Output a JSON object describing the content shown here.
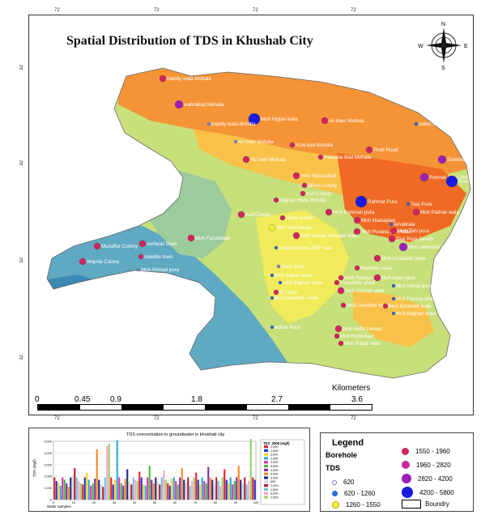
{
  "title": "Spatial Distribution of TDS  in Khushab City",
  "grid_ticks": {
    "top": [
      "72",
      "72",
      "72",
      "72"
    ],
    "bottom": [
      "72",
      "72",
      "72",
      "72"
    ],
    "left": [
      "32",
      "32",
      "32",
      "32"
    ]
  },
  "compass": {
    "n": "N",
    "s": "S",
    "e": "E",
    "w": "W"
  },
  "scale": {
    "unit": "Kilometers",
    "labels": [
      "0",
      "0.45",
      "0.9",
      "1.8",
      "2.7",
      "3.6"
    ]
  },
  "colors": {
    "very_low": "#3a89b5",
    "low": "#5fa9c2",
    "low_mid": "#9ccb9c",
    "mid": "#c8e07a",
    "mid_high": "#f1ea5a",
    "high": "#f8c24a",
    "very_high": "#f59436",
    "max": "#ef6a24",
    "label": "#ffffff"
  },
  "places": [
    {
      "name": "baddiy wala Mohala",
      "color": "#d3245e",
      "r": 4
    },
    {
      "name": "wabrabad Mohala",
      "color": "#9c1fb8",
      "r": 5
    },
    {
      "name": "Moh Higian wala",
      "color": "#1a1ae0",
      "r": 7
    },
    {
      "name": "baddiy wala Mohala",
      "color": "#7f8ad8",
      "r": 2
    },
    {
      "name": "Ali town Mohala",
      "color": "#d3245e",
      "r": 4
    },
    {
      "name": "baker Mandi",
      "color": "#2a6bd8",
      "r": 2
    },
    {
      "name": "Ali town Mohala",
      "color": "#7f8ad8",
      "r": 2
    },
    {
      "name": "Kiza bad Mohala",
      "color": "#d3245e",
      "r": 3
    },
    {
      "name": "Pindi Road",
      "color": "#d3245e",
      "r": 4
    },
    {
      "name": "Hadaeta Bad Mohala",
      "color": "#d3245e",
      "r": 3
    },
    {
      "name": "Ali town Mohala",
      "color": "#d3245e",
      "r": 4
    },
    {
      "name": "Sandreal Chock",
      "color": "#9c1fb8",
      "r": 5
    },
    {
      "name": "Ronnak Pura Mohala",
      "color": "#9c1fb8",
      "r": 5
    },
    {
      "name": "Ronnak Pura Mohala",
      "color": "#1a1ae0",
      "r": 7
    },
    {
      "name": "Moh Hazarabad",
      "color": "#d3245e",
      "r": 4
    },
    {
      "name": "Mines colony",
      "color": "#d3245e",
      "r": 3
    },
    {
      "name": "Asif Colony",
      "color": "#d3245e",
      "r": 3
    },
    {
      "name": "Gajrian Wala Mohala",
      "color": "#d3245e",
      "r": 3
    },
    {
      "name": "Rahmat Pura",
      "color": "#1a1ae0",
      "r": 7
    },
    {
      "name": "Taaj Pura",
      "color": "#2a6bd8",
      "r": 2
    },
    {
      "name": "Moh Rahman pura",
      "color": "#d3245e",
      "r": 4
    },
    {
      "name": "Moh Pathan wala",
      "color": "#d3245e",
      "r": 4
    },
    {
      "name": "Asif Colony",
      "color": "#d3245e",
      "r": 4
    },
    {
      "name": "Gaila mandi",
      "color": "#d3245e",
      "r": 3
    },
    {
      "name": "Moh khanapian",
      "color": "#d3245e",
      "r": 4
    },
    {
      "name": "Amabrala",
      "color": "#2a6bd8",
      "r": 2
    },
    {
      "name": "Moh Wazirabad",
      "color": "#f3ef3a",
      "r": 4
    },
    {
      "name": "Moh Purana Lari Adda",
      "color": "#d3245e",
      "r": 4
    },
    {
      "name": "Moh Tahi pura",
      "color": "#d3245e",
      "r": 4
    },
    {
      "name": "Moh Fazalabad",
      "color": "#d3245e",
      "r": 4
    },
    {
      "name": "Moh Sardar bahadar khan",
      "color": "#d3245e",
      "r": 4
    },
    {
      "name": "Taaj Pura Janubi",
      "color": "#d3245e",
      "r": 4
    },
    {
      "name": "sarfaraz town",
      "color": "#d3245e",
      "r": 4
    },
    {
      "name": "Mozaffer Colony",
      "color": "#d3245e",
      "r": 4
    },
    {
      "name": "cannal colony JBD road",
      "color": "#2a6bd8",
      "r": 2
    },
    {
      "name": "Moh sakandar abad",
      "color": "#9c1fb8",
      "r": 5
    },
    {
      "name": "satellite town",
      "color": "#d3245e",
      "r": 3
    },
    {
      "name": "Wapda Colony",
      "color": "#d3245e",
      "r": 4
    },
    {
      "name": "Moh Astaadan wala",
      "color": "#d3245e",
      "r": 4
    },
    {
      "name": "Islam pura",
      "color": "#7f8ad8",
      "r": 2
    },
    {
      "name": "Naechan wala",
      "color": "#d3245e",
      "r": 3
    },
    {
      "name": "Moh Ahmad pura",
      "color": "#7f8ad8",
      "r": 2
    },
    {
      "name": "Moh Sajran wala",
      "color": "#2a6bd8",
      "r": 2
    },
    {
      "name": "Galli Peeran",
      "color": "#d3245e",
      "r": 3
    },
    {
      "name": "Moh Alam pura",
      "color": "#d3245e",
      "r": 4
    },
    {
      "name": "Husasinie abad",
      "color": "#d3245e",
      "r": 3
    },
    {
      "name": "moh baghan wala",
      "color": "#2a6bd8",
      "r": 2
    },
    {
      "name": "Moh Himat pura",
      "color": "#2a6bd8",
      "r": 2
    },
    {
      "name": "Moh Ahcean wala",
      "color": "#d3245e",
      "r": 4
    },
    {
      "name": "Eid Gah",
      "color": "#d3245e",
      "r": 3
    },
    {
      "name": "Moh Geedher miani",
      "color": "#2a6bd8",
      "r": 2
    },
    {
      "name": "Moh Farooq abad",
      "color": "#2a6bd8",
      "r": 2
    },
    {
      "name": "Moh Geedher miani",
      "color": "#d3245e",
      "r": 3
    },
    {
      "name": "Moh Badshah wala",
      "color": "#d3245e",
      "r": 3
    },
    {
      "name": "moh baghan wala",
      "color": "#2a6bd8",
      "r": 2
    },
    {
      "name": "abbas Pura",
      "color": "#2a6bd8",
      "r": 2
    },
    {
      "name": "Moh Hafiz Dewan",
      "color": "#d3245e",
      "r": 4
    },
    {
      "name": "Moh Haderbad",
      "color": "#d3245e",
      "r": 3
    },
    {
      "name": "Moh Rajab wala",
      "color": "#d3245e",
      "r": 3
    }
  ],
  "inset_chart": {
    "title": "TDS concentration in groundwater in khushab city",
    "ylabel": "TDS (mg/l)",
    "xlabel": "Water samples",
    "y_ticks": [
      "0",
      "1,000",
      "2,000",
      "3,000",
      "4,000",
      "5,000"
    ],
    "x_ticks": [
      "0",
      "10",
      "20",
      "30",
      "40",
      "50",
      "60",
      "70",
      "80",
      "90",
      "100"
    ],
    "legend_title": "TDS_2008 (mg/l)",
    "legend_labels": [
      "1,000",
      "1,500",
      "2,000",
      "2,500",
      "3,000",
      "3,500",
      "4,000",
      "4,500",
      "5,000",
      "500",
      "1,000",
      "1,500",
      "2,000",
      "2,500"
    ],
    "legend_colors": [
      "#e8202a",
      "#2436d0",
      "#ffd21e",
      "#2aa9df",
      "#e72eb8",
      "#3dbf3a",
      "#7f2aa8",
      "#ff8a1e",
      "#1e2a8a",
      "#d9d9d9",
      "#b51e2a",
      "#6fc2e8",
      "#ffa6c8",
      "#9ad06a"
    ]
  },
  "chart_data": {
    "type": "bar",
    "title": "TDS concentration in groundwater in khushab city",
    "xlabel": "Water samples",
    "ylabel": "TDS (mg/l)",
    "ylim": [
      0,
      5000
    ],
    "x": [
      1,
      2,
      3,
      4,
      5,
      6,
      7,
      8,
      9,
      10,
      11,
      12,
      13,
      14,
      15,
      16,
      17,
      18,
      19,
      20,
      21,
      22,
      23,
      24,
      25,
      26,
      27,
      28,
      29,
      30,
      31,
      32,
      33,
      34,
      35,
      36,
      37,
      38,
      39,
      40,
      41,
      42,
      43,
      44,
      45,
      46,
      47,
      48,
      49,
      50,
      51,
      52,
      53,
      54,
      55,
      56,
      57,
      58,
      59,
      60,
      61,
      62,
      63,
      64,
      65,
      66,
      67,
      68,
      69,
      70,
      71,
      72,
      73,
      74,
      75,
      76,
      77,
      78,
      79,
      80,
      81,
      82,
      83,
      84,
      85,
      86,
      87,
      88,
      89,
      90,
      91,
      92,
      93,
      94,
      95,
      96,
      97,
      98,
      99,
      100
    ],
    "values": [
      1900,
      1600,
      1400,
      1200,
      1900,
      1700,
      1400,
      1100,
      1900,
      2100,
      2700,
      1900,
      1600,
      1400,
      1300,
      1900,
      2300,
      1700,
      1200,
      1400,
      1800,
      4300,
      1700,
      1300,
      1100,
      1900,
      4600,
      4800,
      1900,
      1300,
      1700,
      5100,
      1900,
      1400,
      1200,
      1800,
      2600,
      1500,
      1300,
      1900,
      1700,
      1600,
      2400,
      1900,
      1300,
      1200,
      1900,
      2900,
      1700,
      1400,
      1900,
      1600,
      1300,
      1900,
      2500,
      1700,
      1400,
      1200,
      1800,
      1900,
      1600,
      1300,
      1900,
      2700,
      1700,
      1400,
      1900,
      1200,
      1600,
      1900,
      2300,
      1700,
      1300,
      1900,
      1600,
      1400,
      2800,
      1900,
      1700,
      1300,
      1900,
      1600,
      1200,
      1900,
      2600,
      1700,
      1400,
      1900,
      1300,
      1600,
      1900,
      2900,
      1700,
      1400,
      1900,
      1300,
      1600,
      5200,
      1900,
      1700
    ]
  },
  "legend": {
    "title": "Legend",
    "borehole": "Borehole",
    "tds": "TDS",
    "items": [
      {
        "label": "620",
        "color": "#ffffff",
        "border": "#7f6fd0",
        "size": 4
      },
      {
        "label": "620 - 1260",
        "color": "#2a6bd8",
        "border": "#2a6bd8",
        "size": 5
      },
      {
        "label": "1260 - 1550",
        "color": "#f3ef3a",
        "border": "#b0a800",
        "size": 7
      },
      {
        "label": "1550 - 1960",
        "color": "#d3245e",
        "border": "#d3245e",
        "size": 7
      },
      {
        "label": "1960 - 2820",
        "color": "#c62a9c",
        "border": "#c62a9c",
        "size": 8
      },
      {
        "label": "2820 - 4200",
        "color": "#9c1fb8",
        "border": "#9c1fb8",
        "size": 10
      },
      {
        "label": "4200 - 5800",
        "color": "#1a1ae0",
        "border": "#1a1ae0",
        "size": 12
      }
    ],
    "boundary": "Boundry"
  }
}
